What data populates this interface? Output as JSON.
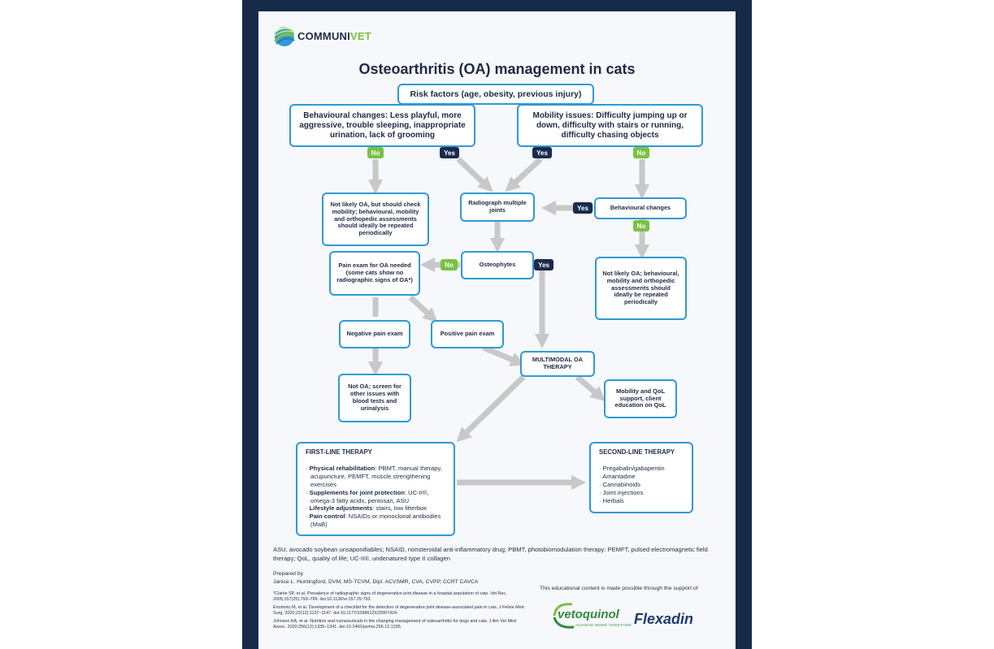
{
  "brand": {
    "name_a": "COMMUNI",
    "name_b": "VET"
  },
  "title": "Osteoarthritis (OA) management in cats",
  "nodes": {
    "risk": "Risk factors (age, obesity, previous injury)",
    "behav_changes": "Behavioural changes: Less playful, more aggressive, trouble sleeping, inappropriate urination, lack of grooming",
    "mobility": "Mobility issues: Difficulty jumping up or down, difficulty with stairs or running, difficulty chasing objects",
    "not_likely_check": "Not likely OA, but should check mobility; behavioural, mobility and orthopedic assessments should ideally be repeated periodically",
    "radiograph": "Radiograph multiple joints",
    "behav_short": "Behavioural changes",
    "not_likely": "Not likely OA; behavioural, mobility and orthopedic assessments should ideally be repeated periodically",
    "pain_exam": "Pain exam for OA needed (some cats show no radiographic signs of OA*)",
    "osteophytes": "Osteophytes",
    "negative": "Negative pain exam",
    "positive": "Positive pain exam",
    "multimodal": "MULTIMODAL OA THERAPY",
    "not_oa": "Not OA; screen for other issues with blood tests and urinalysis",
    "mobility_qol": "Mobility and QoL support, client education on QoL"
  },
  "badges": {
    "no1": "No",
    "yes1": "Yes",
    "yes2": "Yes",
    "no2": "No",
    "yes3": "Yes",
    "no3": "No",
    "no4": "No",
    "yes4": "Yes"
  },
  "first_line": {
    "heading": "FIRST-LINE THERAPY",
    "items": [
      {
        "label": "Physical rehabilitation",
        "text": ": PBMT, manual therapy, acupuncture, PEMFT, muscle strengthening exercises"
      },
      {
        "label": "Supplements for joint protection",
        "text": ": UC-II®, omega-3 fatty acids, pentosan, ASU"
      },
      {
        "label": "Lifestyle adjustments",
        "text": ": stairs, low litterbox"
      },
      {
        "label": "Pain control",
        "text": ": NSAIDs or monoclonal antibodies (MaB)"
      }
    ]
  },
  "second_line": {
    "heading": "SECOND-LINE THERAPY",
    "items": [
      "Pregabalin/gabapentin",
      "Amantadine",
      "Cannabinoids",
      "Joint injections",
      "Herbals"
    ]
  },
  "abbreviations": "ASU, avocado soybean unsaponifiables; NSAID, nonsteroidal anti-inflammatory drug; PBMT, photobiomodulation therapy; PEMFT, pulsed electromagnetic field therapy; QoL, quality of life; UC-II®, undenatured type II collagen",
  "prepared": {
    "label": "Prepared by",
    "author": "Janice L. Huntingford, DVM, MS-TCVM, Dipl. ACVSMR, CVA, CVPP, CCRT CAVCA"
  },
  "references": [
    "*Clarke SP, et al. Prevalence of radiographic signs of degenerative joint disease in a hospital population of cats. Vet Rec. 2005;157(25):793–799. doi:10.1136/vr.157.25.793.",
    "Enomoto M, et al. Development of a checklist for the detection of degenerative joint disease-associated pain in cats. J Feline Med Surg. 2020;22(12):1137–1147. doi:10.1177/1098612X20907424.",
    "Johnson KA, et al. Nutrition and nutraceuticals in the changing management of osteoarthritis for dogs and cats. J Am Vet Med Assoc. 2020;256(12):1335–1341. doi:10.2460/javma.256.12.1335."
  ],
  "support_text": "This educational content is made possible through the support of",
  "sponsors": {
    "vetoquinol": "vetoquinol",
    "vetoquinol_tag": "ACHIEVE MORE TOGETHER",
    "flexadin": "Flexadin"
  },
  "colors": {
    "frame": "#172a4a",
    "box_border": "#2f9ad6",
    "arrow": "#c8c8c8",
    "no_badge": "#7ac143",
    "yes_badge": "#1b2b4b"
  }
}
